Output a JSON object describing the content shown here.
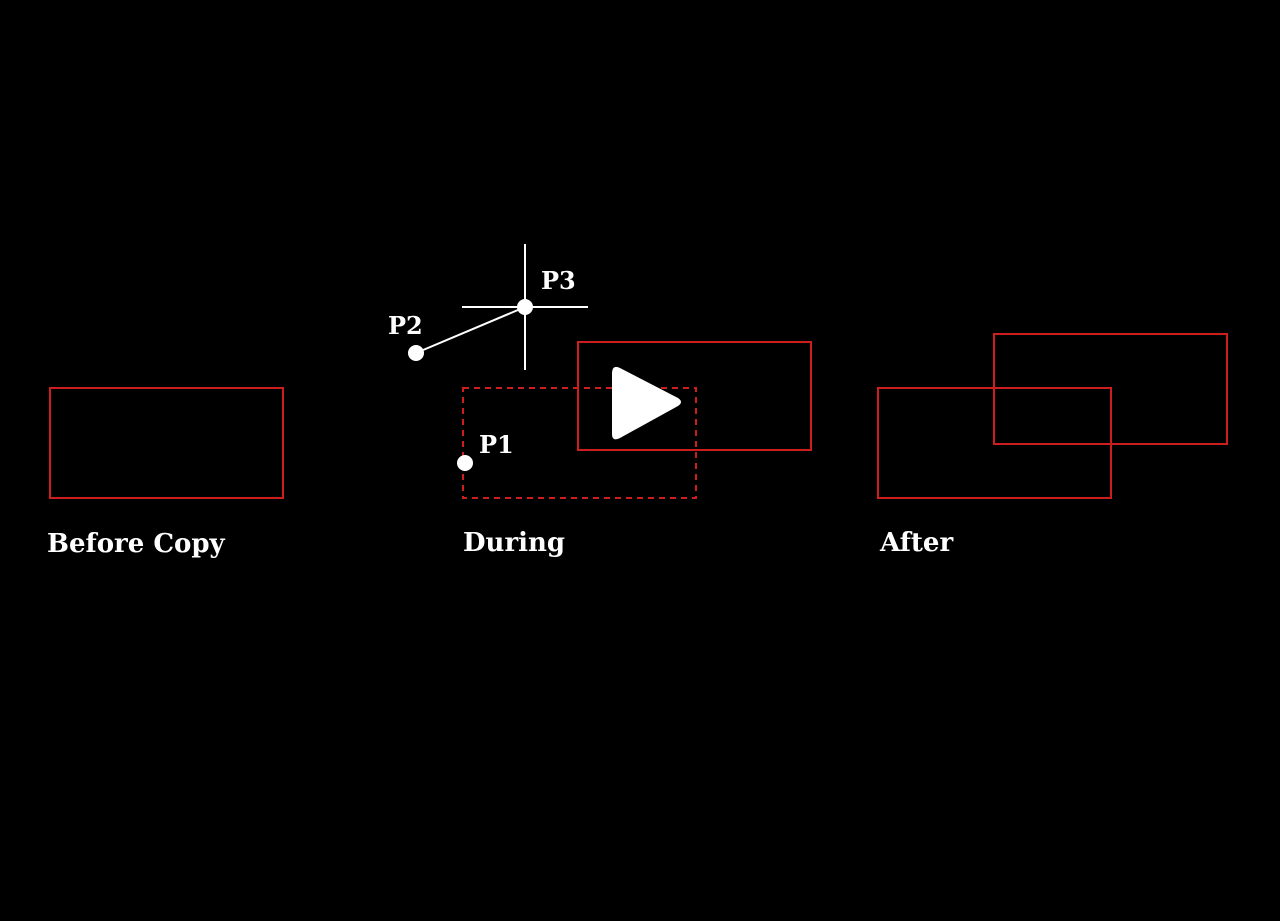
{
  "video": {
    "background_color": "#000000",
    "play_icon": "play-icon",
    "play_icon_color": "#ffffff"
  },
  "diagram": {
    "shape_color": "#cc1e1e",
    "marker_color": "#ffffff",
    "captions": {
      "before": "Before Copy",
      "during": "During",
      "after": "After"
    },
    "points": {
      "p1": "P1",
      "p2": "P2",
      "p3": "P3"
    }
  }
}
